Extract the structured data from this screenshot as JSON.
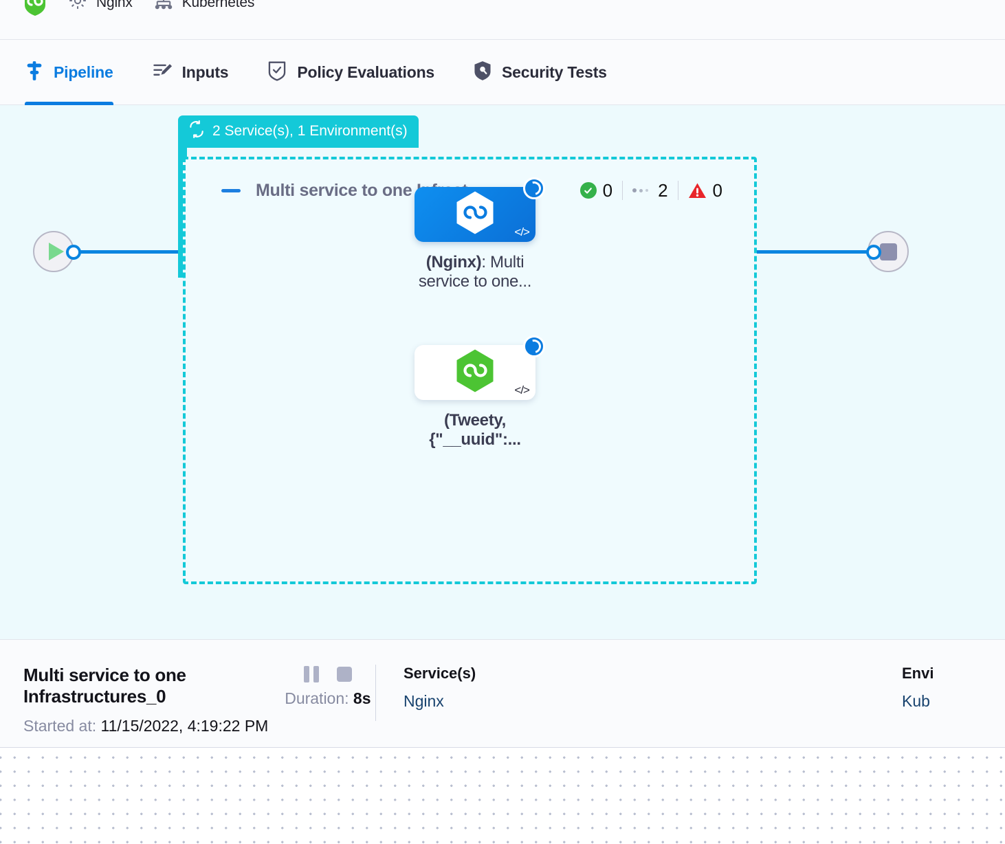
{
  "breadcrumb": {
    "items": [
      {
        "icon": "shield-hex-green-icon",
        "label": ""
      },
      {
        "icon": "gear-icon",
        "label": "Nginx"
      },
      {
        "icon": "kubernetes-icon",
        "label": "Kubernetes"
      }
    ]
  },
  "tabs": [
    {
      "id": "pipeline",
      "label": "Pipeline",
      "icon": "pipeline-icon",
      "active": true
    },
    {
      "id": "inputs",
      "label": "Inputs",
      "icon": "inputs-icon",
      "active": false
    },
    {
      "id": "policy-evaluations",
      "label": "Policy Evaluations",
      "icon": "policy-shield-check-icon",
      "active": false
    },
    {
      "id": "security-tests",
      "label": "Security Tests",
      "icon": "security-shield-icon",
      "active": false
    }
  ],
  "canvas": {
    "background_color": "#edfafd",
    "start_node": {
      "icon": "play-icon",
      "name": "start-node"
    },
    "end_node": {
      "icon": "stop-icon",
      "name": "end-node"
    },
    "group": {
      "badge_icon": "loop-repeat-icon",
      "badge_label": "2 Service(s), 1 Environment(s)",
      "badge_color": "#14c9d8",
      "title": "Multi service to one Infrast...",
      "collapse_icon": "collapse-dash-icon",
      "counters": [
        {
          "id": "success",
          "icon": "check-circle-icon",
          "value": "0",
          "color": "#35b14a"
        },
        {
          "id": "running",
          "icon": "ellipsis-icon",
          "value": "2",
          "color": "#9aa0b2"
        },
        {
          "id": "failed",
          "icon": "warning-triangle-icon",
          "value": "0",
          "color": "#e8252a"
        }
      ],
      "nodes": [
        {
          "id": "nginx-node",
          "card_style": "blue",
          "hex_color": "#ffffff",
          "status_icon": "spinner-running-icon",
          "code_icon": "code-brackets-icon",
          "label_bold": "(Nginx)",
          "label_rest": ": Multi service to one..."
        },
        {
          "id": "tweety-node",
          "card_style": "white",
          "hex_color": "#4cc433",
          "status_icon": "spinner-running-icon",
          "code_icon": "code-brackets-icon",
          "label_bold": "(Tweety,",
          "label_rest": "{\"__uuid\":..."
        }
      ]
    }
  },
  "detail": {
    "title": "Multi service to one Infrastructures_0",
    "started_label": "Started at:",
    "started_value": "11/15/2022, 4:19:22 PM",
    "pause_icon": "pause-icon",
    "stop_icon": "stop-square-icon",
    "duration_label": "Duration:",
    "duration_value": "8s",
    "columns": [
      {
        "head": "Service(s)",
        "link": "Nginx"
      },
      {
        "head": "Envi",
        "link": "Kub"
      }
    ]
  }
}
